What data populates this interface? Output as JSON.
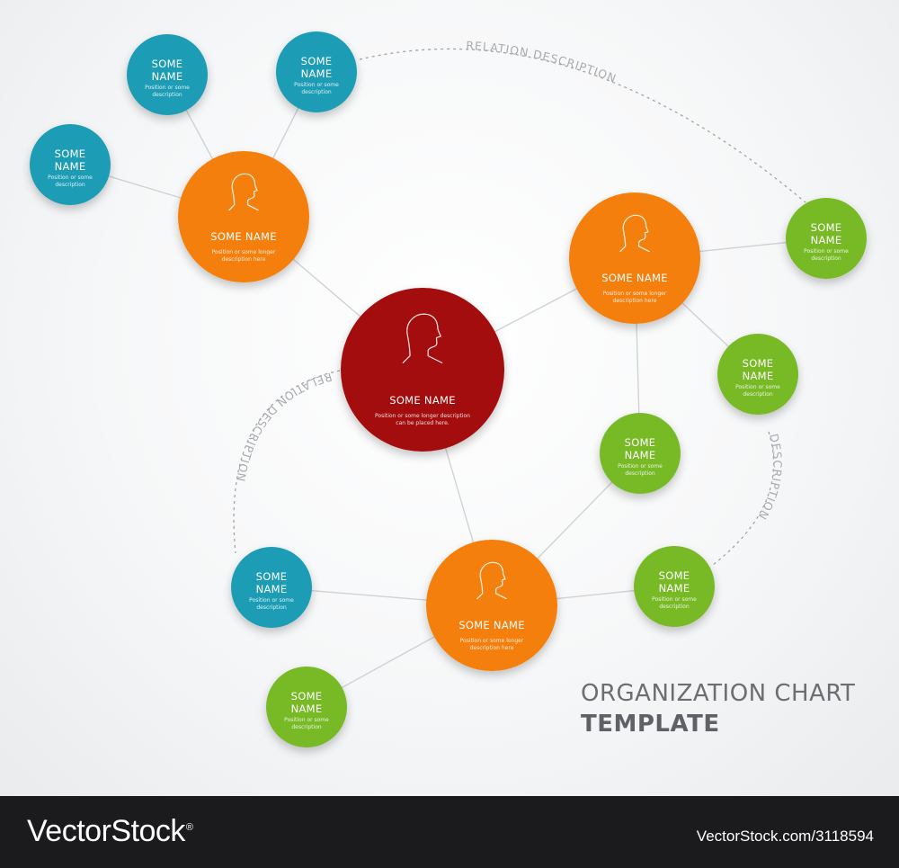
{
  "nodes": [
    {
      "id": "center",
      "color": "#a31011",
      "size": "large",
      "icon": "person-head-icon",
      "name": "SOME NAME",
      "desc": [
        "Position or some longer description",
        "can be placed here."
      ]
    },
    {
      "id": "top-left-hub",
      "color": "#f57f0a",
      "size": "medium",
      "icon": "person-head-icon",
      "name": "SOME NAME",
      "desc": [
        "Position or some longer",
        "description here"
      ]
    },
    {
      "id": "right-hub",
      "color": "#f57f0a",
      "size": "medium",
      "icon": "person-head-icon",
      "name": "SOME NAME",
      "desc": [
        "Position or some longer",
        "description here"
      ]
    },
    {
      "id": "bottom-hub",
      "color": "#f57f0a",
      "size": "medium",
      "icon": "person-head-icon",
      "name": "SOME NAME",
      "desc": [
        "Position or some longer",
        "description here"
      ]
    },
    {
      "id": "teal-1",
      "color": "#1b9db5",
      "size": "small",
      "name": [
        "SOME",
        "NAME"
      ],
      "desc": [
        "Position or some",
        "description"
      ]
    },
    {
      "id": "teal-2",
      "color": "#1b9db5",
      "size": "small",
      "name": [
        "SOME",
        "NAME"
      ],
      "desc": [
        "Position or some",
        "description"
      ]
    },
    {
      "id": "teal-3",
      "color": "#1b9db5",
      "size": "small",
      "name": [
        "SOME",
        "NAME"
      ],
      "desc": [
        "Position or some",
        "description"
      ]
    },
    {
      "id": "teal-4",
      "color": "#1b9db5",
      "size": "small",
      "name": [
        "SOME",
        "NAME"
      ],
      "desc": [
        "Position or some",
        "description"
      ]
    },
    {
      "id": "green-1",
      "color": "#78b928",
      "size": "small",
      "name": [
        "SOME",
        "NAME"
      ],
      "desc": [
        "Position or some",
        "description"
      ]
    },
    {
      "id": "green-2",
      "color": "#78b928",
      "size": "small",
      "name": [
        "SOME",
        "NAME"
      ],
      "desc": [
        "Position or some",
        "description"
      ]
    },
    {
      "id": "green-3",
      "color": "#78b928",
      "size": "small",
      "name": [
        "SOME",
        "NAME"
      ],
      "desc": [
        "Position or some",
        "description"
      ]
    },
    {
      "id": "green-4",
      "color": "#78b928",
      "size": "small",
      "name": [
        "SOME",
        "NAME"
      ],
      "desc": [
        "Position or some",
        "description"
      ]
    },
    {
      "id": "green-5",
      "color": "#78b928",
      "size": "small",
      "name": [
        "SOME",
        "NAME"
      ],
      "desc": [
        "Position or some",
        "description"
      ]
    }
  ],
  "links": [
    [
      "center",
      "top-left-hub"
    ],
    [
      "center",
      "right-hub"
    ],
    [
      "center",
      "bottom-hub"
    ],
    [
      "top-left-hub",
      "teal-1"
    ],
    [
      "top-left-hub",
      "teal-2"
    ],
    [
      "top-left-hub",
      "teal-3"
    ],
    [
      "right-hub",
      "green-1"
    ],
    [
      "right-hub",
      "green-2"
    ],
    [
      "right-hub",
      "green-3"
    ],
    [
      "bottom-hub",
      "teal-4"
    ],
    [
      "bottom-hub",
      "green-5"
    ],
    [
      "bottom-hub",
      "green-4"
    ],
    [
      "bottom-hub",
      "green-3"
    ]
  ],
  "relations": {
    "top": "RELATION DESCRIPTION",
    "left": "RELATION DESCRIPTION",
    "right": "DESCRIPTION"
  },
  "title": "ORGANIZATION CHART",
  "subtitle": "TEMPLATE",
  "footer": {
    "brand": "VectorStock",
    "brand_mark": "®",
    "image_id": "VectorStock.com/3118594"
  }
}
